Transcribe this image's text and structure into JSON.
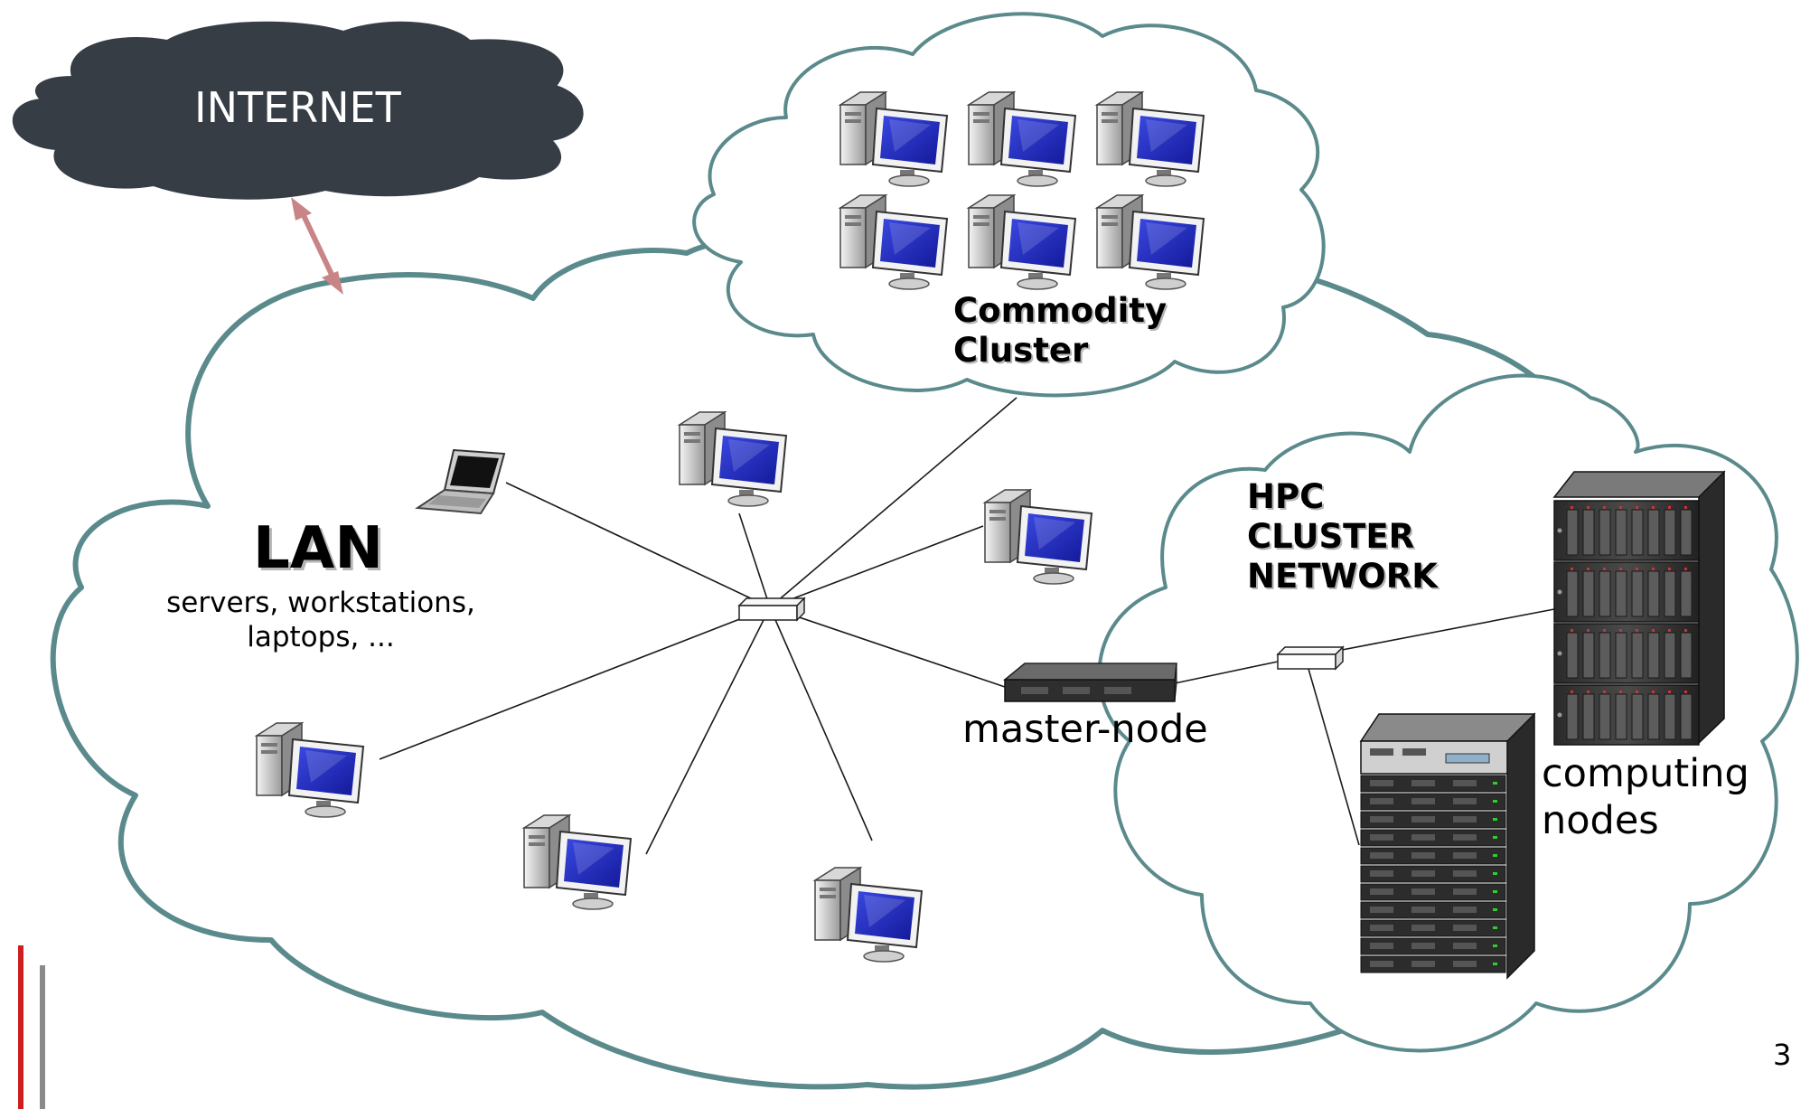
{
  "internet": {
    "label": "INTERNET"
  },
  "lan": {
    "title": "LAN",
    "subtitle": "servers, workstations, laptops, ..."
  },
  "commodity_cluster": {
    "label_lines": [
      "Commodity",
      "Cluster"
    ]
  },
  "hpc": {
    "label_lines": [
      "HPC",
      "CLUSTER",
      "NETWORK"
    ]
  },
  "master_node": {
    "label": "master-node"
  },
  "computing_nodes": {
    "label_lines": [
      "computing",
      "nodes"
    ]
  },
  "page_number": "3",
  "colors": {
    "internet_cloud": "#363d45",
    "cloud_outline": "#5b8a8c",
    "internet_link_arrow": "#c98585",
    "monitor_screen": "#1f2bb8",
    "accent_bar_red": "#cc1f1f",
    "accent_bar_gray": "#8a8a8a"
  },
  "icons": [
    "desktop-computer-icon",
    "laptop-icon",
    "network-switch-icon",
    "rack-server-icon",
    "blade-server-icon"
  ]
}
